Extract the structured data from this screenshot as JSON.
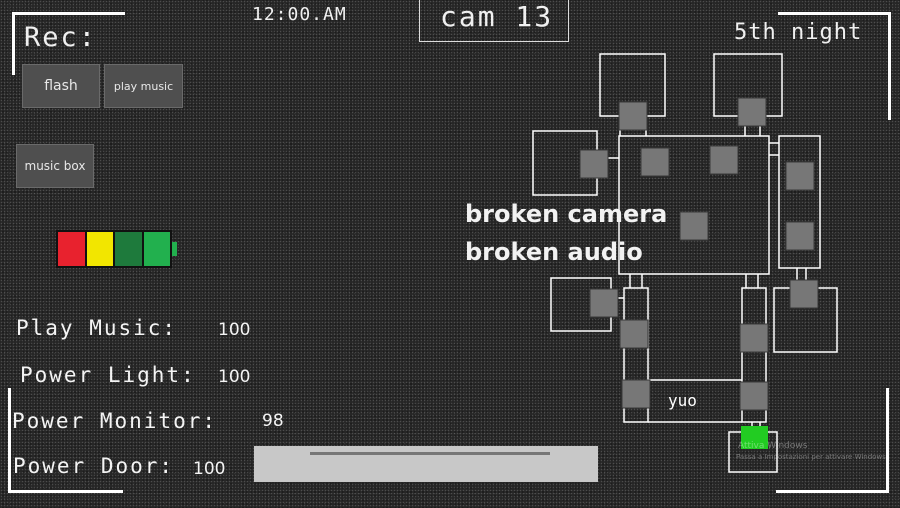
{
  "hud": {
    "clock": "12:00.AM",
    "camera": "cam 13",
    "night": "5th night",
    "rec": "Rec:"
  },
  "buttons": {
    "flash": "flash",
    "play_music": "play music",
    "music_box": "music box"
  },
  "battery": {
    "cells": [
      "#e8222e",
      "#f2e600",
      "#1e7a3c",
      "#22b04e"
    ],
    "tip_color": "#22b04e"
  },
  "stats": {
    "play_music_label": "Play Music:",
    "play_music_value": "100",
    "power_light_label": "Power Light:",
    "power_light_value": "100",
    "power_monitor_label": "Power Monitor:",
    "power_monitor_value": "98",
    "power_door_label": "Power Door:",
    "power_door_value": "100"
  },
  "notice": {
    "camera": "broken camera",
    "audio": "broken audio"
  },
  "map": {
    "you_label": "yuo",
    "player_color": "#22cc22",
    "camera_color": "#777777",
    "line_color": "#ffffff"
  },
  "watermark": {
    "line1": "Attiva Windows",
    "line2": "Passa a Impostazioni per attivare Windows."
  }
}
